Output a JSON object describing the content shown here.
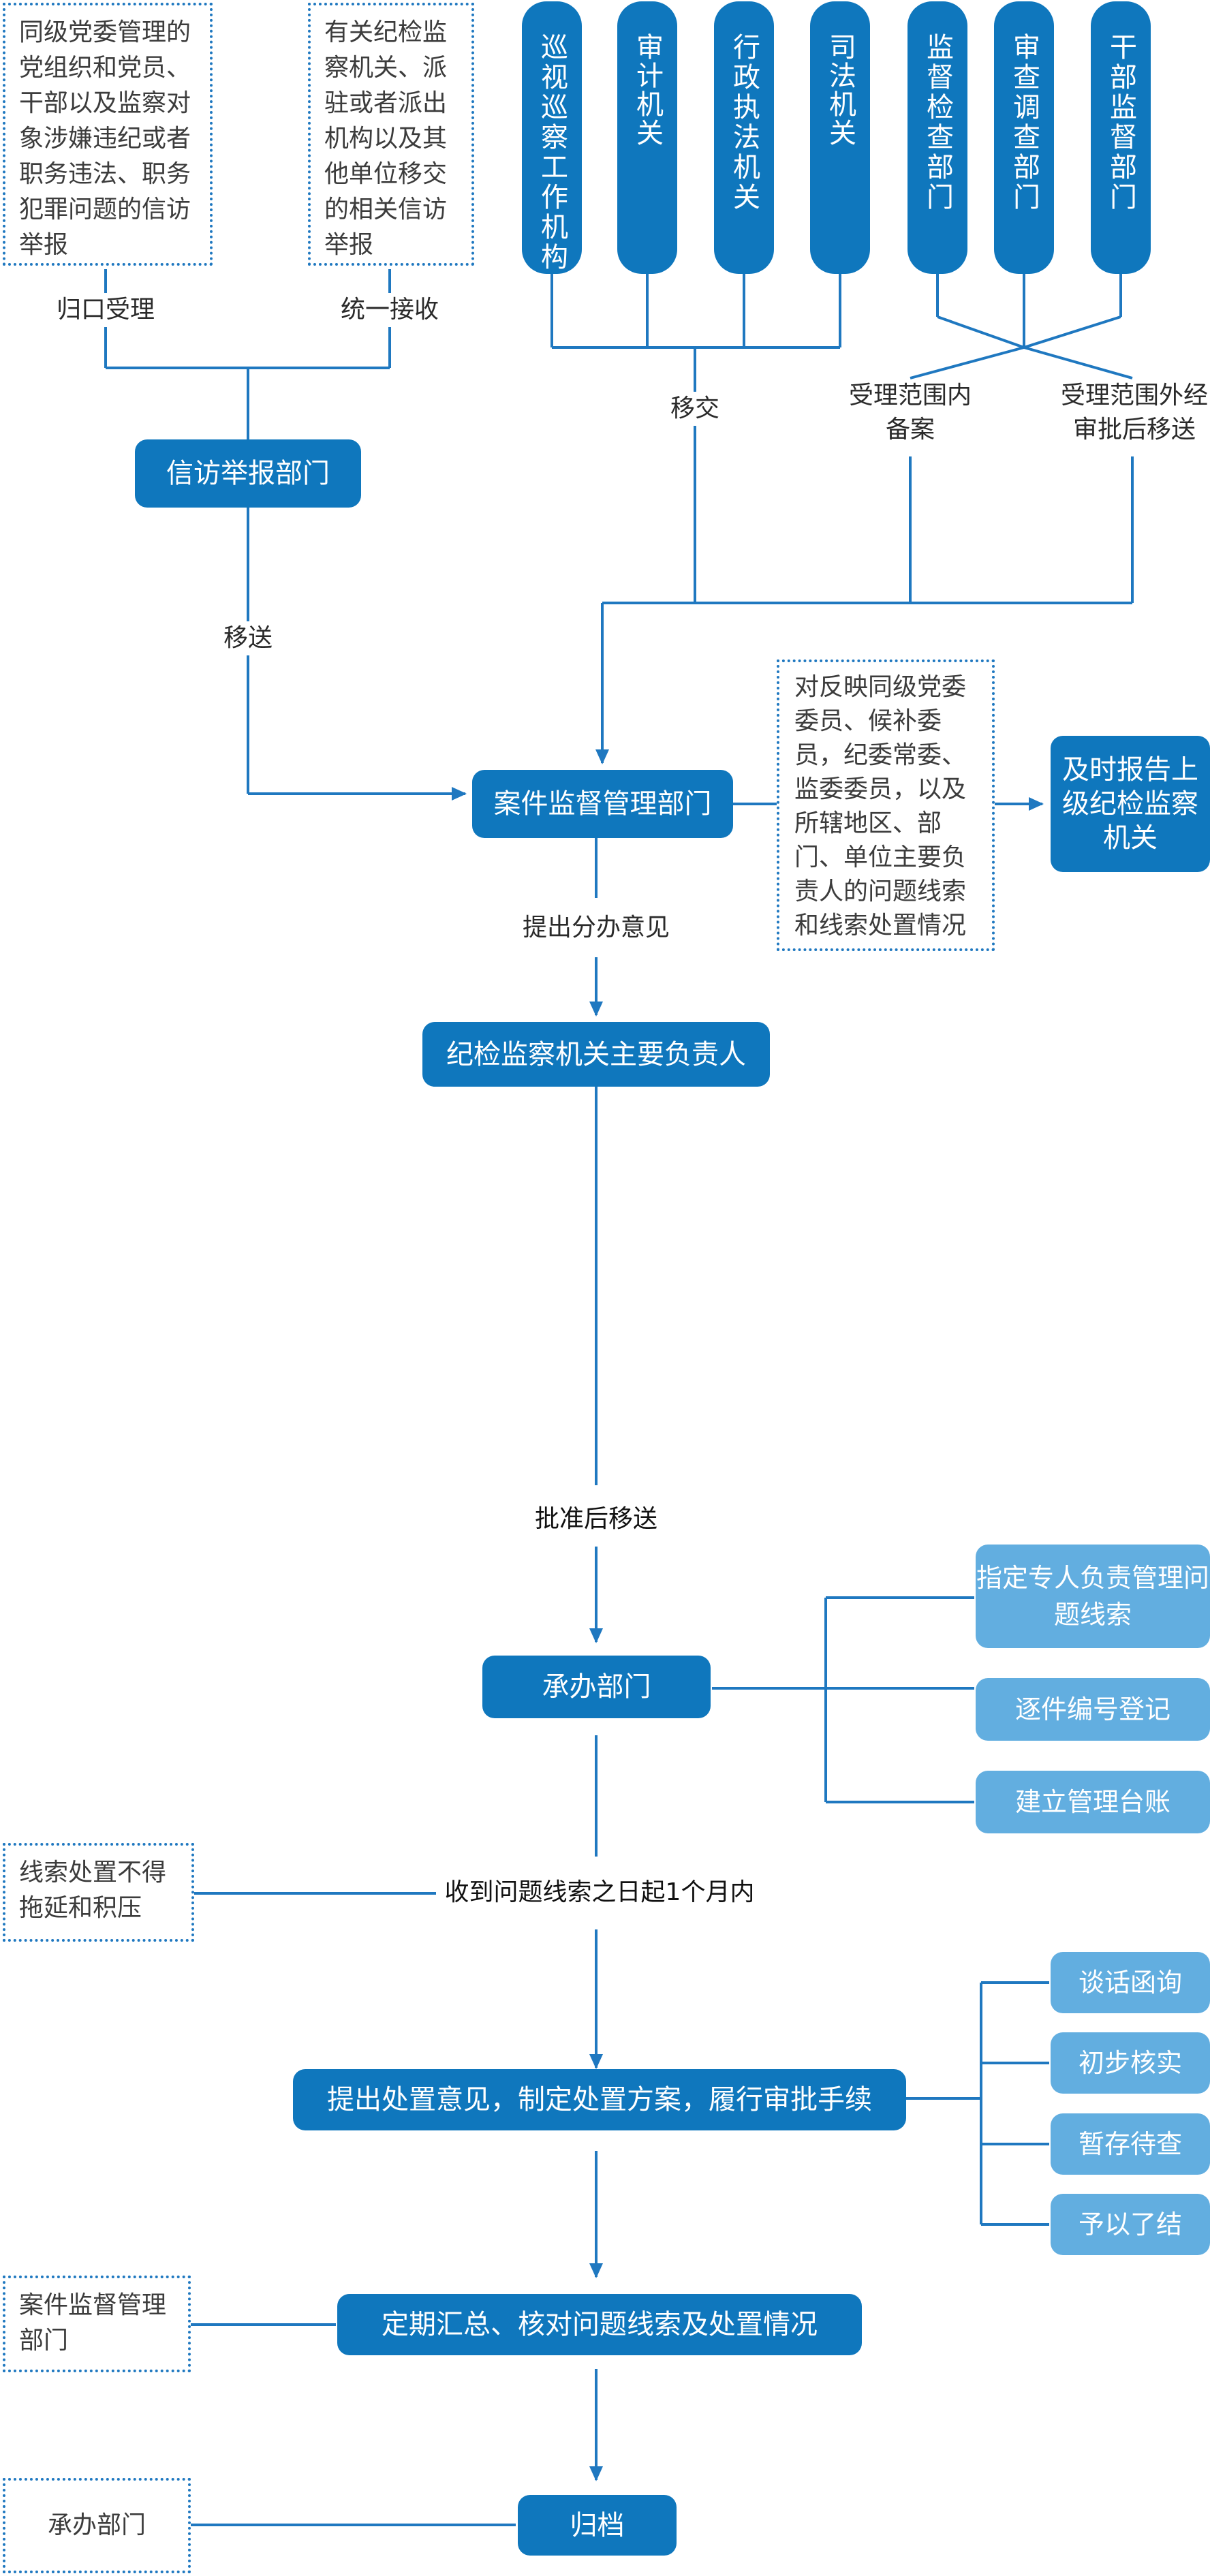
{
  "colors": {
    "primary": "#0f77bd",
    "secondary": "#62aee0",
    "line": "#1f78c0",
    "text": "#2a2a2a"
  },
  "notes": {
    "top_left": "同级党委管理的党组织和党员、干部以及监察对象涉嫌违纪或者职务违法、职务犯罪问题的信访举报",
    "top_mid": "有关纪检监察机关、派驻或者派出机构以及其他单位移交的相关信访举报",
    "report_conditions": "对反映同级党委委员、候补委员，纪委常委、监委委员，以及所辖地区、部门、单位主要负责人的问题线索和线索处置情况",
    "no_delay": "线索处置不得拖延和积压",
    "case_supervision_side": "案件监督管理部门",
    "undertaking_side": "承办部门"
  },
  "vertical_boxes": {
    "inspection": "巡视巡察工作机构",
    "audit": "审计机关",
    "admin_law": "行政执法机关",
    "judicial": "司法机关",
    "supervision_check": "监督检查部门",
    "review_investigation": "审查调查部门",
    "cadre_supervision": "干部监督部门"
  },
  "boxes": {
    "petition_dept": "信访举报部门",
    "case_supervision": "案件监督管理部门",
    "report_superior": "及时报告上级纪检监察机关",
    "main_leader": "纪检监察机关主要负责人",
    "undertaking": "承办部门",
    "assign_person": "指定专人负责管理问题线索",
    "number_register": "逐件编号登记",
    "ledger": "建立管理台账",
    "propose": "提出处置意见，制定处置方案，履行审批手续",
    "talk": "谈话函询",
    "preliminary": "初步核实",
    "hold": "暂存待查",
    "close": "予以了结",
    "summary": "定期汇总、核对问题线索及处置情况",
    "archive": "归档"
  },
  "labels": {
    "centralized_accept": "归口受理",
    "unified_receive": "统一接收",
    "transfer_hand": "移交",
    "in_scope": "受理范围内备案",
    "out_scope": "受理范围外经审批后移送",
    "send": "移送",
    "propose_opinion": "提出分办意见",
    "approve_send": "批准后移送",
    "within_month": "收到问题线索之日起1个月内"
  }
}
